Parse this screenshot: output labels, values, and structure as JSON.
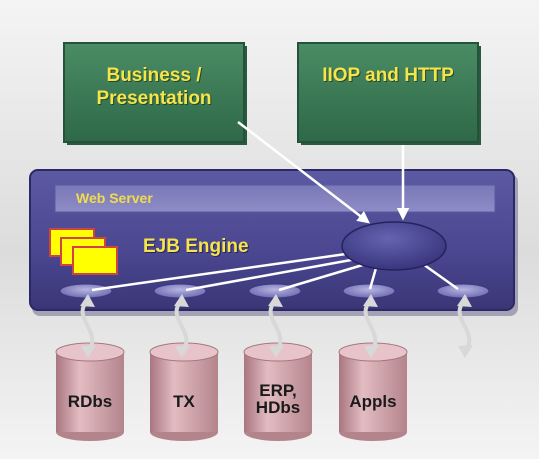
{
  "boxes": {
    "business": "Business / Presentation",
    "iiop": "IIOP and HTTP"
  },
  "platform": {
    "web_server": "Web Server",
    "engine": "EJB Engine"
  },
  "databases": [
    {
      "label": "RDbs"
    },
    {
      "label": "TX"
    },
    {
      "label": "ERP, HDbs"
    },
    {
      "label": "Appls"
    }
  ],
  "colors": {
    "box_fill": "#3f7f58",
    "box_text": "#f5e44a",
    "platform_fill": "#4f4a90",
    "db_fill": "#cc9fa6",
    "container_fill": "#ffff00"
  }
}
